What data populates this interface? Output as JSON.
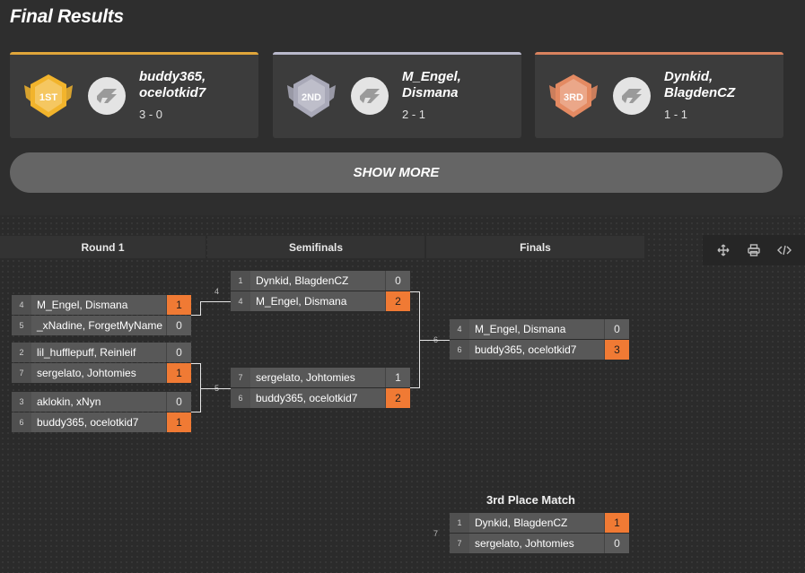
{
  "page": {
    "title": "Final Results",
    "show_more_label": "SHOW MORE"
  },
  "results": [
    {
      "rank_label": "1ST",
      "team": "buddy365, ocelotkid7",
      "score": "3 - 0",
      "accent_color": "#e0a63a",
      "medal_color": "#f2b42c"
    },
    {
      "rank_label": "2ND",
      "team": "M_Engel, Dismana",
      "score": "2 - 1",
      "accent_color": "#b9b9cc",
      "medal_color": "#a9a9b8"
    },
    {
      "rank_label": "3RD",
      "team": "Dynkid, BlagdenCZ",
      "score": "1 - 1",
      "accent_color": "#d9825e",
      "medal_color": "#e48a62"
    }
  ],
  "bracket": {
    "rounds": [
      "Round 1",
      "Semifinals",
      "Finals"
    ],
    "third_place_title": "3rd Place Match",
    "accent_color": "#f07a34",
    "matches": [
      {
        "num": "4",
        "teams": [
          {
            "seed": "4",
            "name": "M_Engel, Dismana",
            "score": "1",
            "win": true
          },
          {
            "seed": "5",
            "name": "_xNadine, ForgetMyName",
            "score": "0",
            "win": false
          }
        ]
      },
      {
        "num": "",
        "teams": [
          {
            "seed": "2",
            "name": "lil_hufflepuff, Reinleif",
            "score": "0",
            "win": false
          },
          {
            "seed": "7",
            "name": "sergelato, Johtomies",
            "score": "1",
            "win": true
          }
        ]
      },
      {
        "num": "5",
        "teams": [
          {
            "seed": "3",
            "name": "aklokin, xNyn",
            "score": "0",
            "win": false
          },
          {
            "seed": "6",
            "name": "buddy365, ocelotkid7",
            "score": "1",
            "win": true
          }
        ]
      },
      {
        "num": "",
        "teams": [
          {
            "seed": "1",
            "name": "Dynkid, BlagdenCZ",
            "score": "0",
            "win": false
          },
          {
            "seed": "4",
            "name": "M_Engel, Dismana",
            "score": "2",
            "win": true
          }
        ]
      },
      {
        "num": "",
        "teams": [
          {
            "seed": "7",
            "name": "sergelato, Johtomies",
            "score": "1",
            "win": false
          },
          {
            "seed": "6",
            "name": "buddy365, ocelotkid7",
            "score": "2",
            "win": true
          }
        ]
      },
      {
        "num": "6",
        "teams": [
          {
            "seed": "4",
            "name": "M_Engel, Dismana",
            "score": "0",
            "win": false
          },
          {
            "seed": "6",
            "name": "buddy365, ocelotkid7",
            "score": "3",
            "win": true
          }
        ]
      },
      {
        "num": "7",
        "teams": [
          {
            "seed": "1",
            "name": "Dynkid, BlagdenCZ",
            "score": "1",
            "win": true
          },
          {
            "seed": "7",
            "name": "sergelato, Johtomies",
            "score": "0",
            "win": false
          }
        ]
      }
    ]
  },
  "toolbar": {
    "icons": [
      "move-icon",
      "print-icon",
      "code-icon"
    ]
  }
}
